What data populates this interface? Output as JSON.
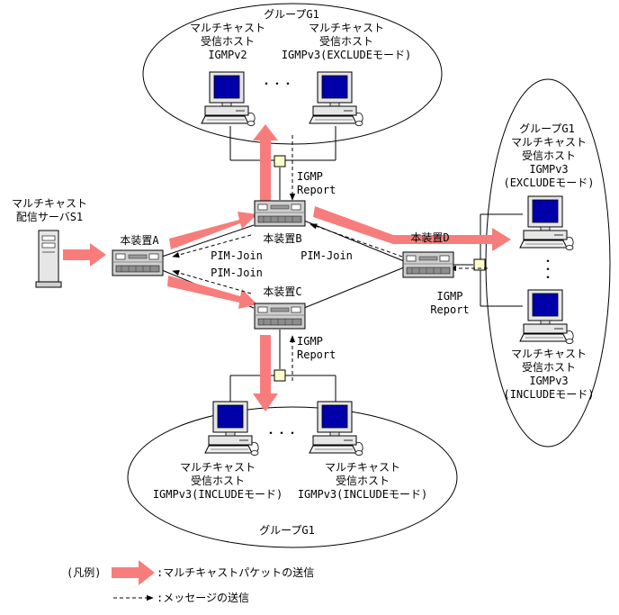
{
  "colors": {
    "multicast_arrow": "#f77d7d",
    "router": "#cfcfcf",
    "hub": "#ffffcc",
    "screen": "#0000aa"
  },
  "groups": {
    "top": {
      "title": "グループG1",
      "host_left": {
        "l1": "マルチキャスト",
        "l2": "受信ホスト",
        "l3": "IGMPv2"
      },
      "host_right": {
        "l1": "マルチキャスト",
        "l2": "受信ホスト",
        "l3": "IGMPv3(EXCLUDEモード)"
      },
      "dots": "・・・"
    },
    "right": {
      "title": "グループG1",
      "host_top": {
        "l1": "マルチキャスト",
        "l2": "受信ホスト",
        "l3": "IGMPv3",
        "l4": "(EXCLUDEモード)"
      },
      "host_bottom": {
        "l1": "マルチキャスト",
        "l2": "受信ホスト",
        "l3": "IGMPv3",
        "l4": "(INCLUDEモード)"
      },
      "dots": "・・・"
    },
    "bottom": {
      "title": "グループG1",
      "host_left": {
        "l1": "マルチキャスト",
        "l2": "受信ホスト",
        "l3": "IGMPv3(INCLUDEモード)"
      },
      "host_right": {
        "l1": "マルチキャスト",
        "l2": "受信ホスト",
        "l3": "IGMPv3(INCLUDEモード)"
      },
      "dots": "・・・"
    }
  },
  "server": {
    "l1": "マルチキャスト",
    "l2": "配信サーバS1"
  },
  "routers": {
    "a": "本装置A",
    "b": "本装置B",
    "c": "本装置C",
    "d": "本装置D"
  },
  "messages": {
    "pim_join": "PIM-Join",
    "igmp": "IGMP",
    "report": "Report"
  },
  "legend": {
    "prefix": "(凡例)",
    "multicast": ":マルチキャストパケットの送信",
    "message": ":メッセージの送信"
  }
}
